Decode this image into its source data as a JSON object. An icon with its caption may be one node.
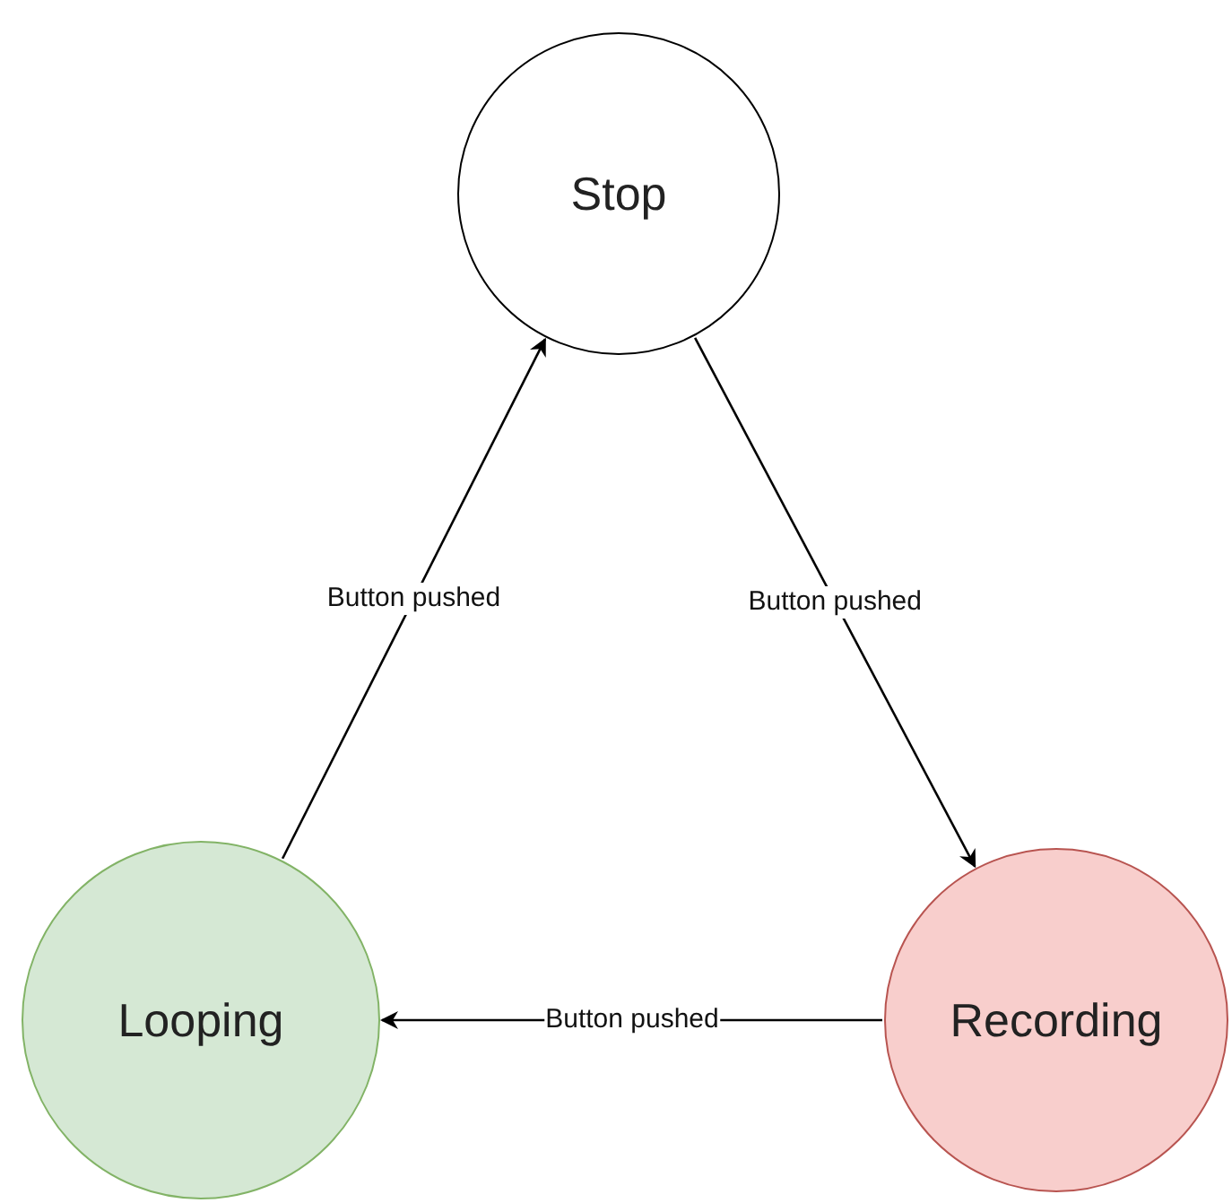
{
  "diagram": {
    "nodes": [
      {
        "text": [
          "Stop"
        ]
      },
      {
        "text": [
          "Looping"
        ]
      },
      {
        "text": [
          "Recording"
        ]
      }
    ],
    "edges": [
      {
        "from": 1,
        "to": 0,
        "arrow": "to",
        "label": "Button pushed"
      },
      {
        "from": 0,
        "to": 2,
        "arrow": "to",
        "label": "Button pushed"
      },
      {
        "from": 2,
        "to": 1,
        "arrow": "to",
        "label": "Button pushed"
      }
    ]
  }
}
